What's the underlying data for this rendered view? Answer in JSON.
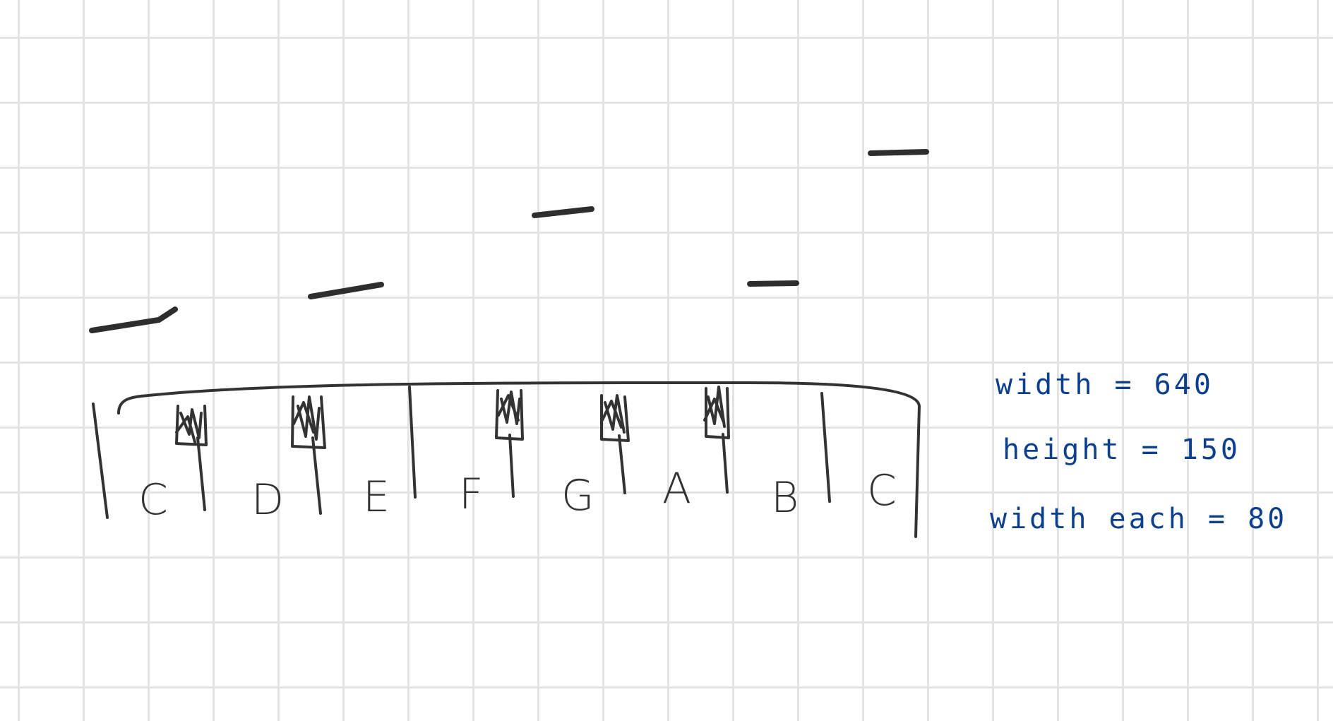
{
  "keyboard": {
    "white_keys": [
      "C",
      "D",
      "E",
      "F",
      "G",
      "A",
      "B",
      "C"
    ],
    "black_key_count": 5
  },
  "annotations": {
    "width": "width = 640",
    "height": "height = 150",
    "width_each": "width each = 80"
  },
  "colors": {
    "ink": "#333333",
    "annotation_ink": "#0d3f8f",
    "grid": "#e3e3e3",
    "background": "#ffffff"
  }
}
